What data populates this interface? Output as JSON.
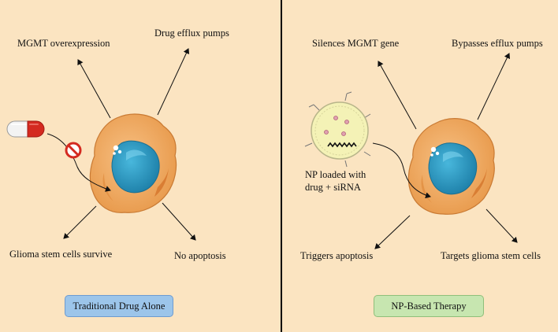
{
  "left_panel": {
    "labels": {
      "mgmt": "MGMT overexpression",
      "efflux": "Drug efflux pumps",
      "stem": "Glioma stem cells survive",
      "apoptosis": "No apoptosis"
    },
    "badge": "Traditional Drug Alone"
  },
  "right_panel": {
    "labels": {
      "mgmt": "Silences MGMT gene",
      "efflux": "Bypasses efflux pumps",
      "apoptosis": "Triggers apoptosis",
      "stem": "Targets glioma stem cells",
      "np_line1": "NP loaded with",
      "np_line2": "drug + siRNA"
    },
    "badge": "NP-Based Therapy"
  },
  "colors": {
    "background": "#fbe4c1",
    "cell_body": "#f0a95e",
    "nucleus": "#2b97c0",
    "pill_red": "#d42a20",
    "no_sign_red": "#d42a20",
    "np_fill": "#f4f2b6",
    "badge_blue": "#9cc5ea",
    "badge_green": "#c7e6b0"
  }
}
